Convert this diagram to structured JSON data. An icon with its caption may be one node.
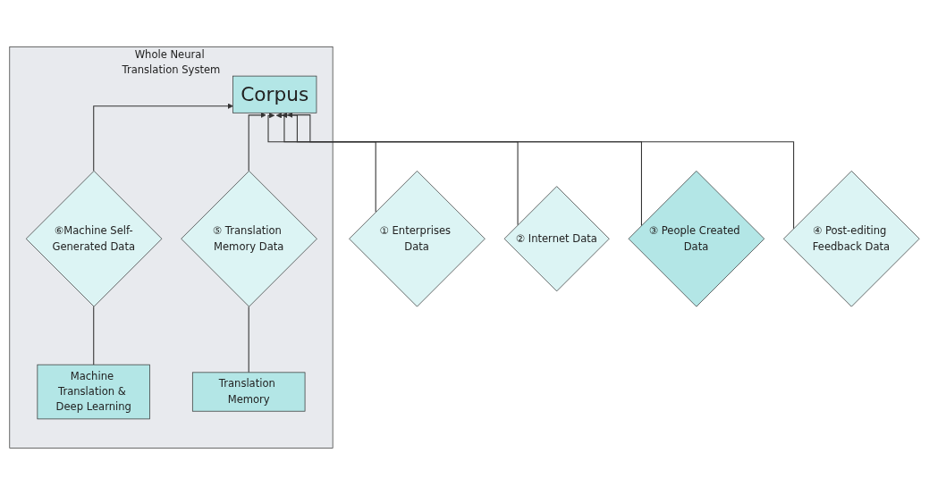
{
  "diagram": {
    "nodes": [
      {
        "text": [
          "Whole Neural Translation System"
        ]
      },
      {
        "text": [
          "Machine Translation & Deep Learning"
        ],
        "in": 0
      },
      {
        "text": [
          "⑥Machine Self-Generated Data"
        ],
        "in": 0
      },
      {
        "text": [
          "Corpus"
        ],
        "in": 0
      },
      {
        "text": [
          "① Enterprises Data"
        ]
      },
      {
        "text": [
          "② Internet Data"
        ]
      },
      {
        "text": [
          "③ People Created Data"
        ]
      },
      {
        "text": [
          "④ Post-editing Feedback Data"
        ]
      },
      {
        "text": [
          "⑤ Translation Memory Data"
        ],
        "in": 0
      },
      {
        "text": [
          "Translation Memory"
        ],
        "in": 0
      }
    ],
    "edges": [
      {
        "from": 1,
        "to": 2,
        "arrow": "none"
      },
      {
        "from": 2,
        "to": 3,
        "arrow": "to"
      },
      {
        "from": 4,
        "to": 3,
        "arrow": "to"
      },
      {
        "from": 5,
        "to": 3,
        "arrow": "to"
      },
      {
        "from": 6,
        "to": 3,
        "arrow": "to"
      },
      {
        "from": 7,
        "to": 3,
        "arrow": "to"
      },
      {
        "from": 9,
        "to": 8,
        "arrow": "none"
      },
      {
        "from": 8,
        "to": 3,
        "arrow": "to"
      }
    ]
  }
}
